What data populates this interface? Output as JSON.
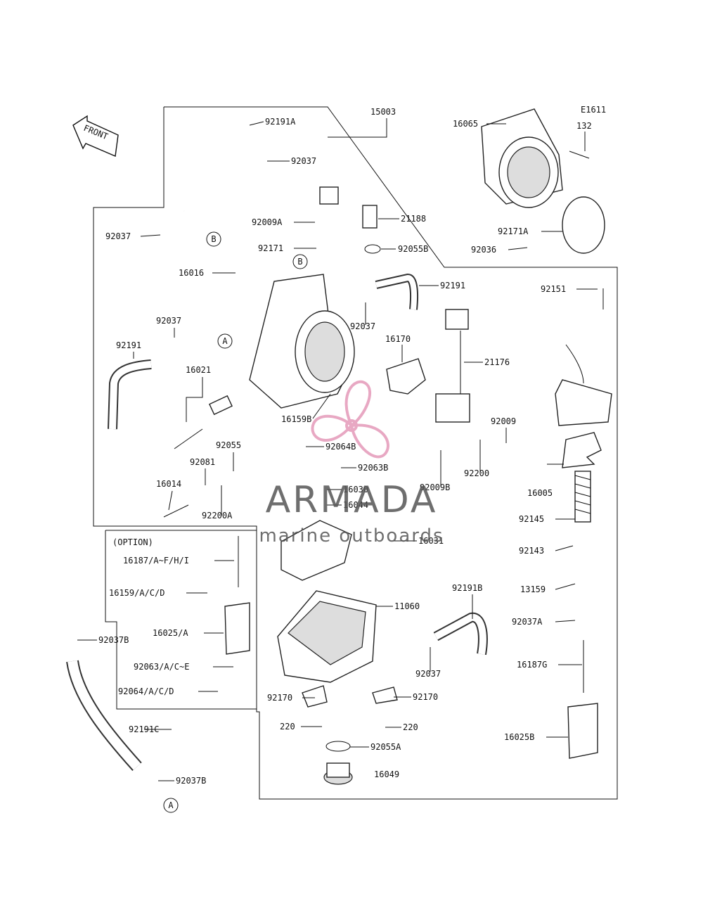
{
  "diagram_code": "E1611",
  "front_label": "FRONT",
  "option_label": "(OPTION)",
  "watermark": {
    "brand": "ARMADA",
    "tagline": "marine outboards",
    "accent": "#e49ab9"
  },
  "callouts": {
    "A": "A",
    "B": "B"
  },
  "labels": [
    "92191A",
    "15003",
    "16065",
    "132",
    "92037",
    "92037",
    "21188",
    "92009A",
    "92171A",
    "92171",
    "92055B",
    "92036",
    "16016",
    "92191",
    "92151",
    "92037",
    "92037",
    "92191",
    "16170",
    "21176",
    "16021",
    "16159B",
    "92009",
    "92055",
    "92064B",
    "92200",
    "92063B",
    "92081",
    "92009B",
    "16014",
    "16030",
    "16044",
    "16005",
    "92200A",
    "92145",
    "16031",
    "16187/A~F/H/I",
    "92143",
    "16159/A/C/D",
    "92191B",
    "13159",
    "11060",
    "16025/A",
    "92037B",
    "92037A",
    "92063/A/C~E",
    "92037",
    "16187G",
    "92064/A/C/D",
    "92170",
    "92170",
    "92191C",
    "220",
    "220",
    "16025B",
    "92055A",
    "16049",
    "92037B"
  ]
}
